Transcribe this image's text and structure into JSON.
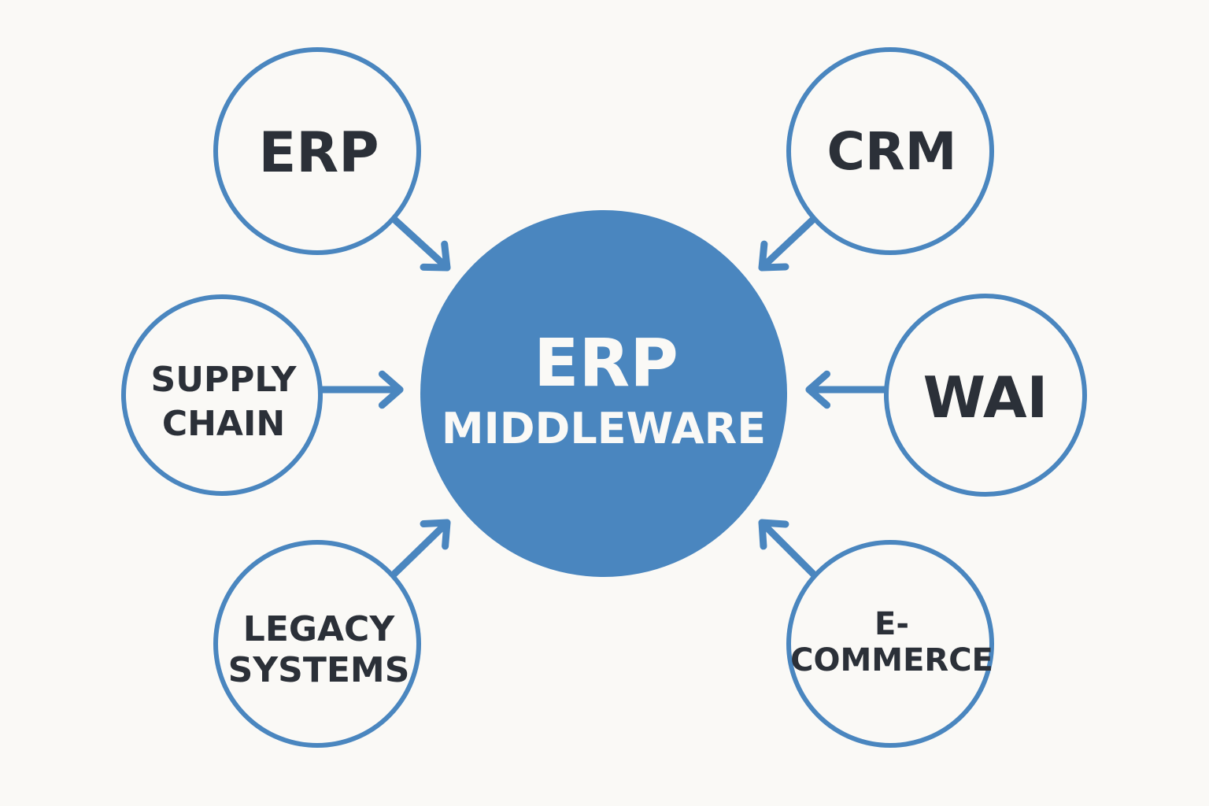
{
  "colors": {
    "background": "#faf9f6",
    "accent": "#4a86bf",
    "node_text": "#2b3038",
    "hub_text": "#faf9f6"
  },
  "hub": {
    "line1": "ERP",
    "line2": "MIDDLEWARE"
  },
  "nodes": [
    {
      "id": "erp",
      "lines": [
        "ERP"
      ],
      "direction": "into-hub"
    },
    {
      "id": "crm",
      "lines": [
        "CRM"
      ],
      "direction": "into-hub"
    },
    {
      "id": "supply-chain",
      "lines": [
        "SUPPLY",
        "CHAIN"
      ],
      "direction": "into-hub"
    },
    {
      "id": "wai",
      "lines": [
        "WAI"
      ],
      "direction": "into-hub"
    },
    {
      "id": "legacy-systems",
      "lines": [
        "LEGACY",
        "SYSTEMS"
      ],
      "direction": "into-hub"
    },
    {
      "id": "e-commerce",
      "lines": [
        "E-",
        "COMMERCE"
      ],
      "direction": "into-hub"
    }
  ]
}
